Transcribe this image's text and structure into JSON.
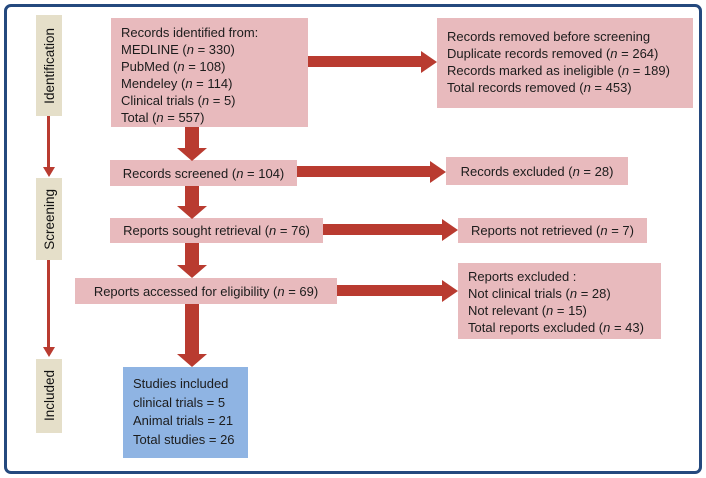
{
  "stages": [
    {
      "label": "Identification"
    },
    {
      "label": "Screening"
    },
    {
      "label": "Included"
    }
  ],
  "boxes": {
    "identified": {
      "lines": [
        "Records identified from:",
        "MEDLINE (n = 330)",
        "PubMed (n = 108)",
        "Mendeley (n = 114)",
        "Clinical trials (n = 5)",
        "Total (n = 557)"
      ]
    },
    "removed_before_screening": {
      "lines": [
        "Records removed before screening",
        "Duplicate records removed (n = 264)",
        "Records marked as ineligible (n = 189)",
        "Total records removed (n = 453)"
      ]
    },
    "screened": {
      "lines": [
        "Records screened (n = 104)"
      ]
    },
    "records_excluded": {
      "lines": [
        "Records excluded (n = 28)"
      ]
    },
    "sought_retrieval": {
      "lines": [
        "Reports sought retrieval (n = 76)"
      ]
    },
    "not_retrieved": {
      "lines": [
        "Reports not retrieved (n = 7)"
      ]
    },
    "eligibility": {
      "lines": [
        "Reports accessed for eligibility (n = 69)"
      ]
    },
    "reports_excluded": {
      "lines": [
        "Reports excluded :",
        "Not clinical trials (n = 28)",
        "Not relevant (n = 15)",
        "Total reports excluded (n = 43)"
      ]
    },
    "studies_included": {
      "lines": [
        "Studies included",
        "clinical trials = 5",
        "Animal trials = 21",
        "Total studies = 26"
      ]
    }
  },
  "colors": {
    "pink": "#e8babd",
    "blue": "#8fb4e3",
    "beige": "#e5dfc9",
    "red": "#b93b30",
    "border": "#24497e",
    "text": "#1c1c1c"
  }
}
